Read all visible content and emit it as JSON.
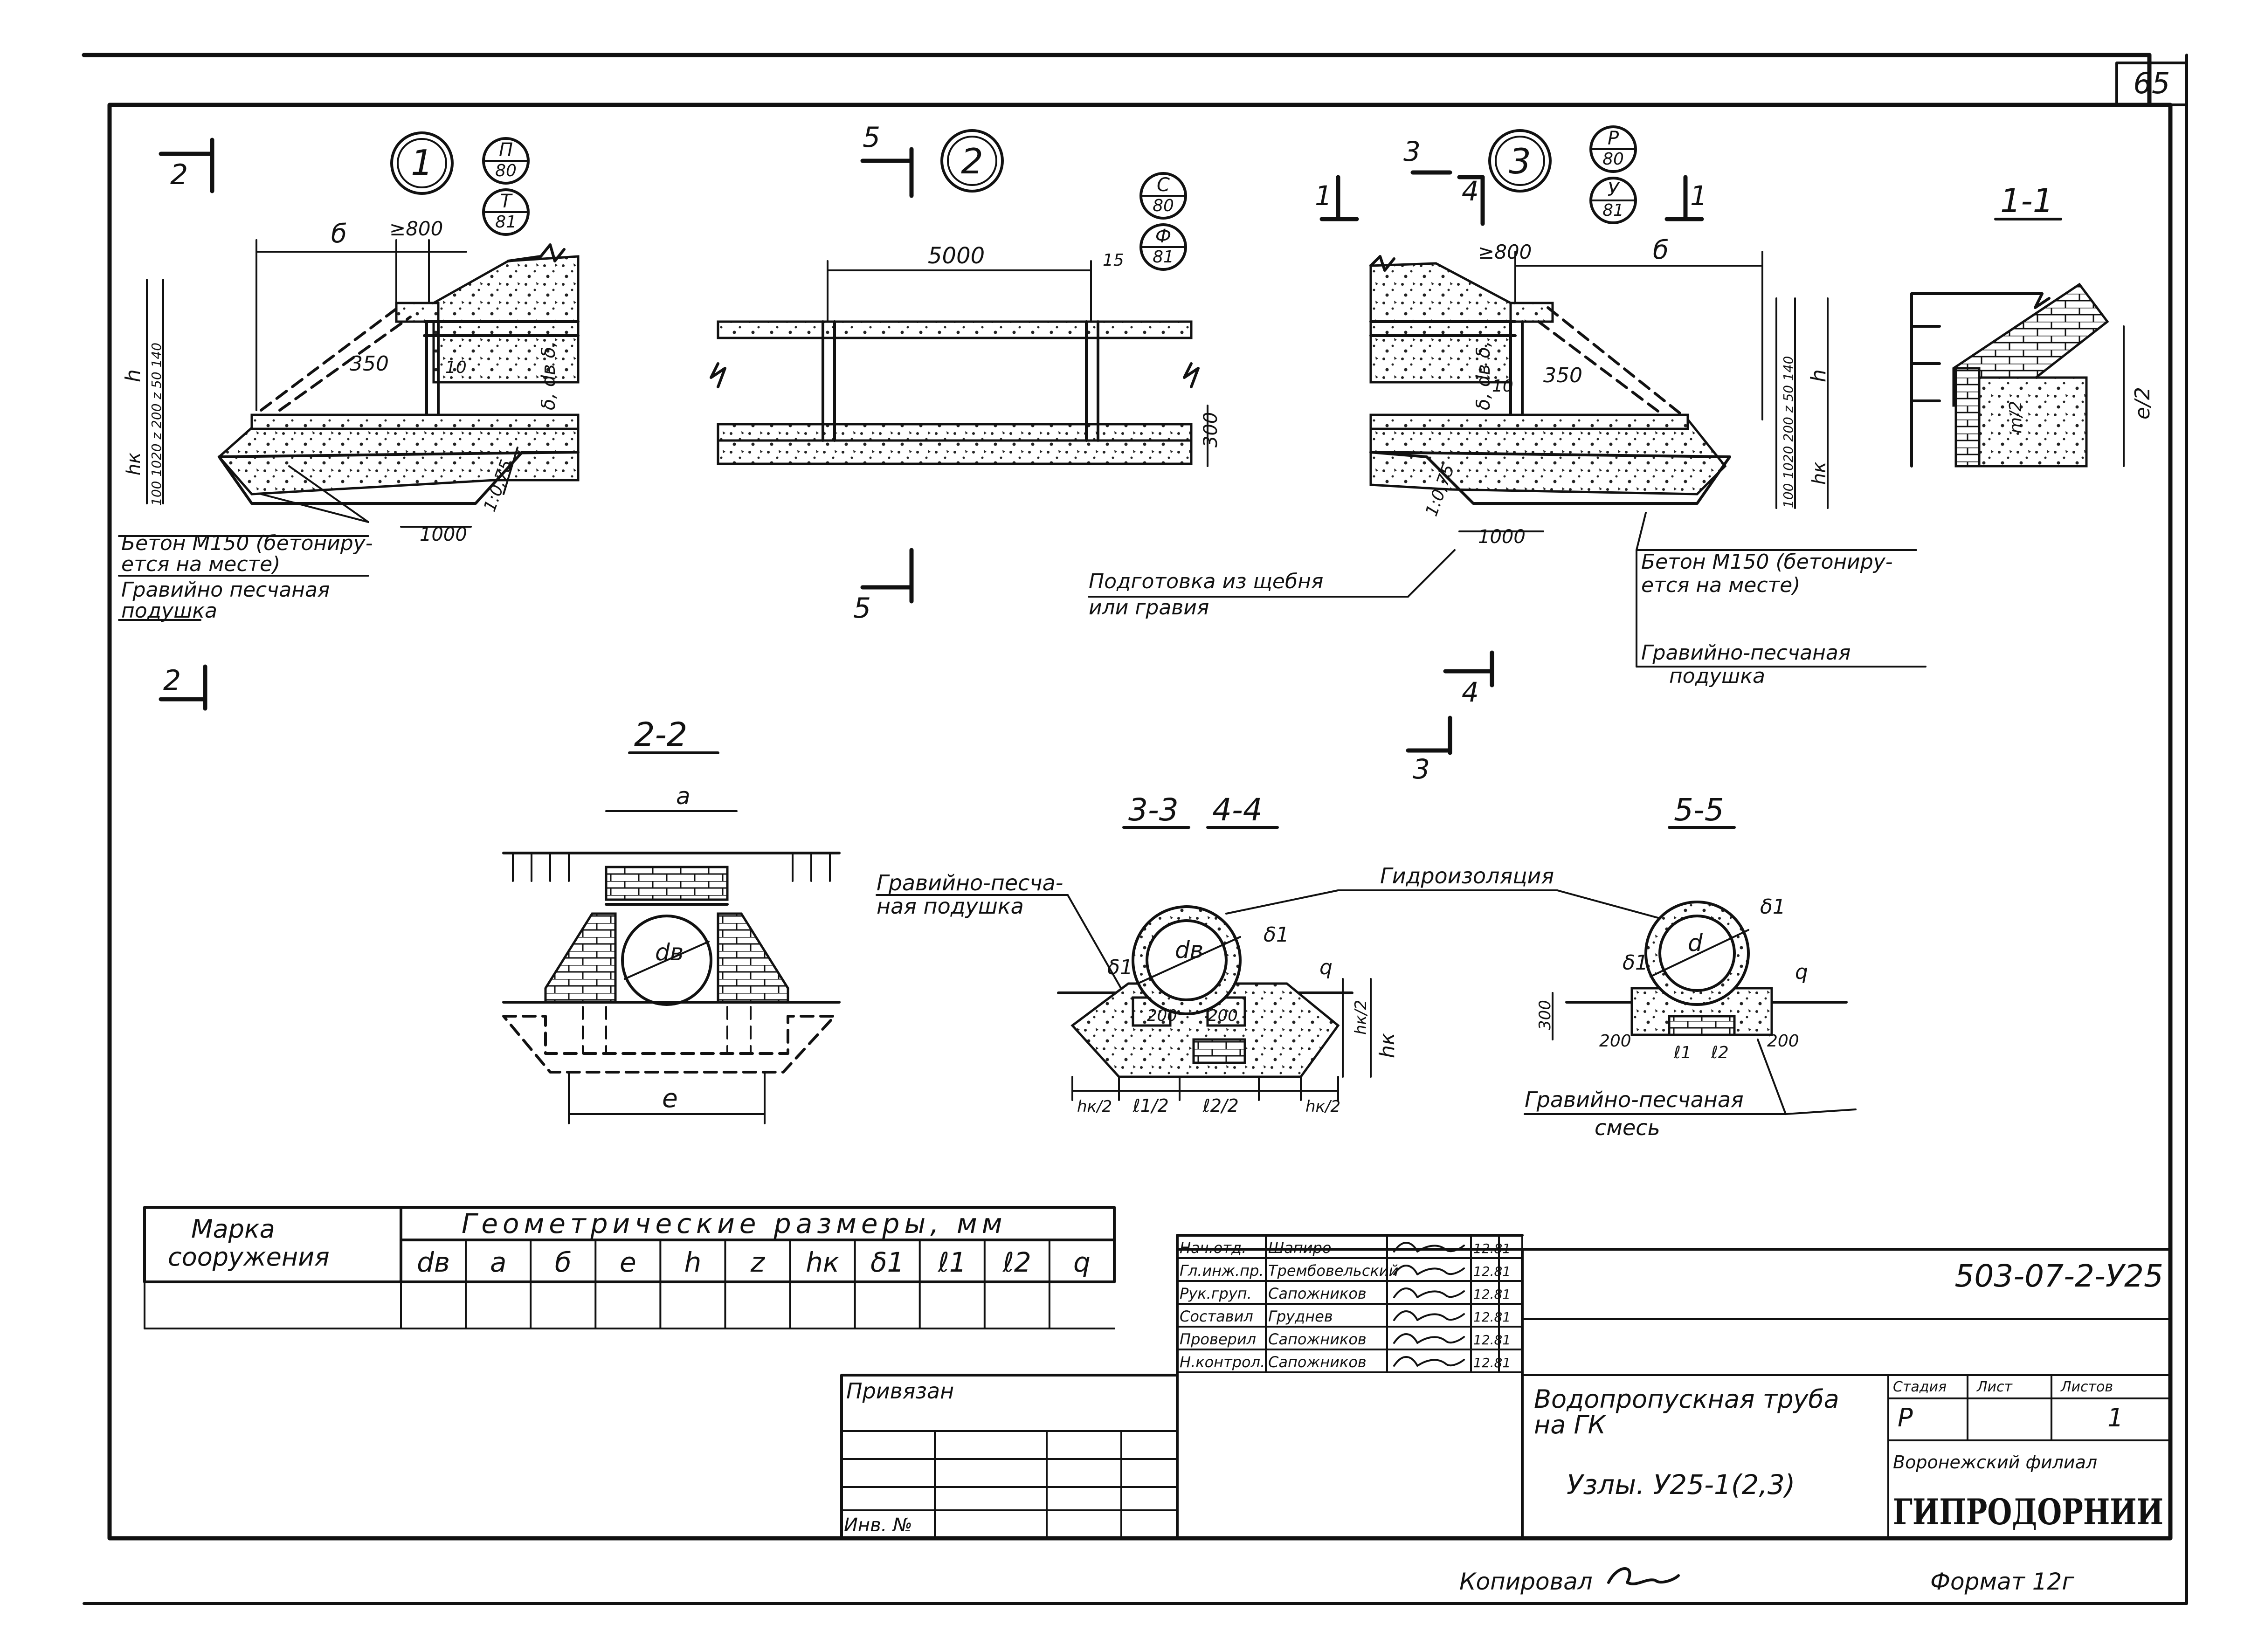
{
  "sheet": {
    "number": "65",
    "code": "503-07-2-У25",
    "title_line1": "Водопропускная труба",
    "title_line2": "на ГК",
    "subtitle": "Узлы. У25-1(2,3)",
    "organization_line1": "Воронежский филиал",
    "organization_line2": "ГИПРОДОРНИИ",
    "stage_header": "Стадия",
    "sheet_header": "Лист",
    "sheets_header": "Листов",
    "stage": "Р",
    "sheets_count": "1",
    "bound_label": "Привязан",
    "inventory_label": "Инв. №",
    "copied_label": "Копировал",
    "format_label": "Формат 12г"
  },
  "signatures": [
    {
      "role": "Нач.отд.",
      "name": "Шапиро",
      "date": "12.81"
    },
    {
      "role": "Гл.инж.пр.",
      "name": "Трембовельский",
      "date": "12.81"
    },
    {
      "role": "Рук.груп.",
      "name": "Сапожников",
      "date": "12.81"
    },
    {
      "role": "Составил",
      "name": "Груднев",
      "date": "12.81"
    },
    {
      "role": "Проверил",
      "name": "Сапожников",
      "date": "12.81"
    },
    {
      "role": "Н.контрол.",
      "name": "Сапожников",
      "date": "12.81"
    }
  ],
  "dimensions_table": {
    "col1_line1": "Марка",
    "col1_line2": "сооружения",
    "group_header": "Геометрические размеры, мм",
    "columns": [
      "dв",
      "a",
      "б",
      "e",
      "h",
      "z",
      "hк",
      "δ1",
      "ℓ1",
      "ℓ2",
      "q"
    ]
  },
  "nodes": {
    "node1": {
      "number": "1",
      "ref_top": "П",
      "ref_top_sheet": "80",
      "ref_bottom": "Т",
      "ref_bottom_sheet": "81"
    },
    "node2": {
      "number": "2",
      "ref_top": "С",
      "ref_top_sheet": "80",
      "ref_bottom": "Ф",
      "ref_bottom_sheet": "81"
    },
    "node3": {
      "number": "3",
      "ref_top": "Р",
      "ref_top_sheet": "80",
      "ref_bottom": "У",
      "ref_bottom_sheet": "81"
    }
  },
  "sections": {
    "s11": "1-1",
    "s22": "2-2",
    "s33": "3-3",
    "s44": "4-4",
    "s55": "5-5",
    "mark1": "1",
    "mark2": "2",
    "mark3": "3",
    "mark4": "4",
    "mark5": "5"
  },
  "dims": {
    "d800a": "≥800",
    "d800b": "≥800",
    "b": "б",
    "b2": "б",
    "d5000": "5000",
    "d15": "15",
    "d300": "300",
    "d350a": "350",
    "d350b": "350",
    "d10a": "10",
    "d10b": "10",
    "d1000a": "1000",
    "d1000b": "1000",
    "slope_a": "1:0,75",
    "slope_b": "1:0,75",
    "h": "h",
    "h2": "h",
    "hk": "hк",
    "hk2": "hк",
    "left_stack": "100 1020 z 200 z 50 140",
    "right_stack": "100 1020 200 z 50 140",
    "delta_dv": "δ, dв δ,",
    "a_dim": "a",
    "e_dim": "e",
    "dv": "dв",
    "e_half": "e/2",
    "m_half": "m/2",
    "d": "d",
    "delta1": "δ1",
    "d200a": "200",
    "d200b": "200",
    "d200c": "200",
    "d300b": "300",
    "hk_half": "hк/2",
    "l1_half": "ℓ1/2",
    "l2_half": "ℓ2/2",
    "l1": "ℓ1",
    "l2": "ℓ2",
    "q": "q"
  },
  "notes": {
    "concrete_l1": "Бетон М150 (бетониру-",
    "concrete_l2": "ется на месте)",
    "gravel_l1": "Гравийно песчаная",
    "gravel_l2": "подушка",
    "crushed_l1": "Подготовка из щебня",
    "crushed_l2": "или гравия",
    "concrete2_l1": "Бетон М150 (бетониру-",
    "concrete2_l2": "ется на месте)",
    "gravel2_l1": "Гравийно-песчаная",
    "gravel2_l2": "подушка",
    "gravel3_l1": "Гравийно-песча-",
    "gravel3_l2": "ная подушка",
    "waterproof": "Гидроизоляция",
    "gravel_mix_l1": "Гравийно-песчаная",
    "gravel_mix_l2": "смесь"
  }
}
